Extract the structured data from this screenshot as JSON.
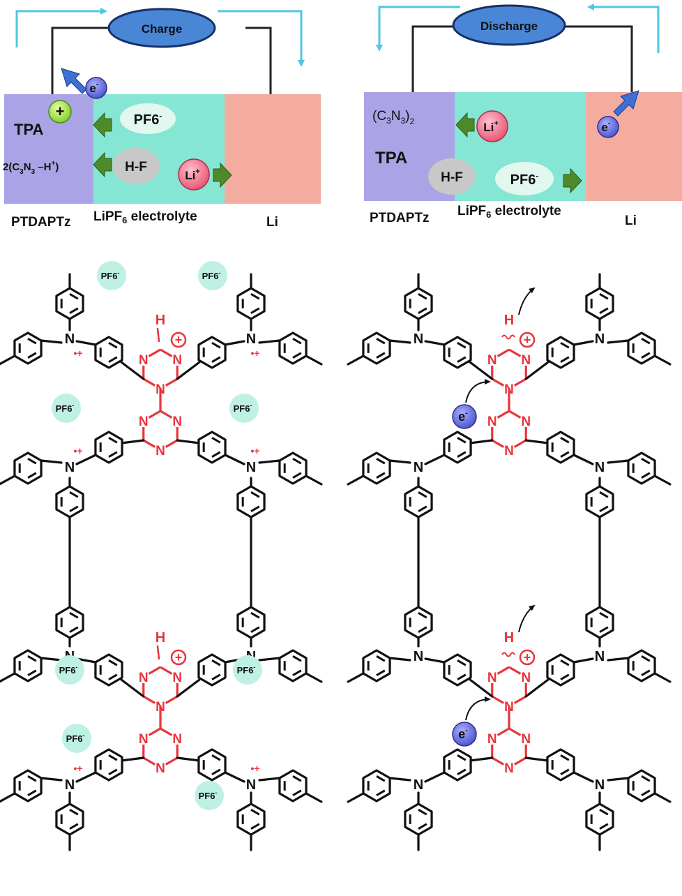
{
  "charge_panel": {
    "load_label": "Charge",
    "electron": "e",
    "electron_sup": "-",
    "plus_sign": "+",
    "tpa": "TPA",
    "triazine_prefix": "2(C",
    "triazine_sub1": "3",
    "triazine_mid": "N",
    "triazine_sub2": "3",
    "triazine_suffix": " –H",
    "triazine_sup": "+",
    "triazine_close": ")",
    "pf6": "PF6",
    "pf6_sup": "-",
    "hf": "H-F",
    "li": "Li",
    "li_sup": "+",
    "label_cathode": "PTDAPTz",
    "label_electrolyte_pre": "LiPF",
    "label_electrolyte_sub": "6",
    "label_electrolyte_post": " electrolyte",
    "label_anode": "Li"
  },
  "discharge_panel": {
    "load_label": "Discharge",
    "electron": "e",
    "electron_sup": "-",
    "c3n3_open": "(C",
    "c3n3_sub1": "3",
    "c3n3_mid": "N",
    "c3n3_sub2": "3",
    "c3n3_close": ")",
    "c3n3_sub3": "2",
    "tpa": "TPA",
    "li": "Li",
    "li_sup": "+",
    "hf": "H-F",
    "pf6": "PF6",
    "pf6_sup": "-",
    "label_cathode": "PTDAPTz",
    "label_electrolyte_pre": "LiPF",
    "label_electrolyte_sub": "6",
    "label_electrolyte_post": " electrolyte",
    "label_anode": "Li"
  },
  "structures": {
    "nitrogen": "N",
    "hydrogen": "H",
    "radical_cation": "•+",
    "plus_circle": "+",
    "pf6": "PF6",
    "pf6_sup": "-",
    "electron": "e",
    "electron_sup": "-"
  },
  "colors": {
    "arrow_blue": "#4fc6e6",
    "cathode_purple": "#aaa4e6",
    "electrolyte_teal": "#85e6d4",
    "anode_pink": "#f4aca0",
    "load_blue": "#4a86d6",
    "triazine_red": "#e8343c",
    "counterion_teal": "#bff0e4",
    "green_arrow": "#4f8a2a",
    "electron_blue": "#5360d4",
    "li_pink": "#ee6a8a"
  }
}
